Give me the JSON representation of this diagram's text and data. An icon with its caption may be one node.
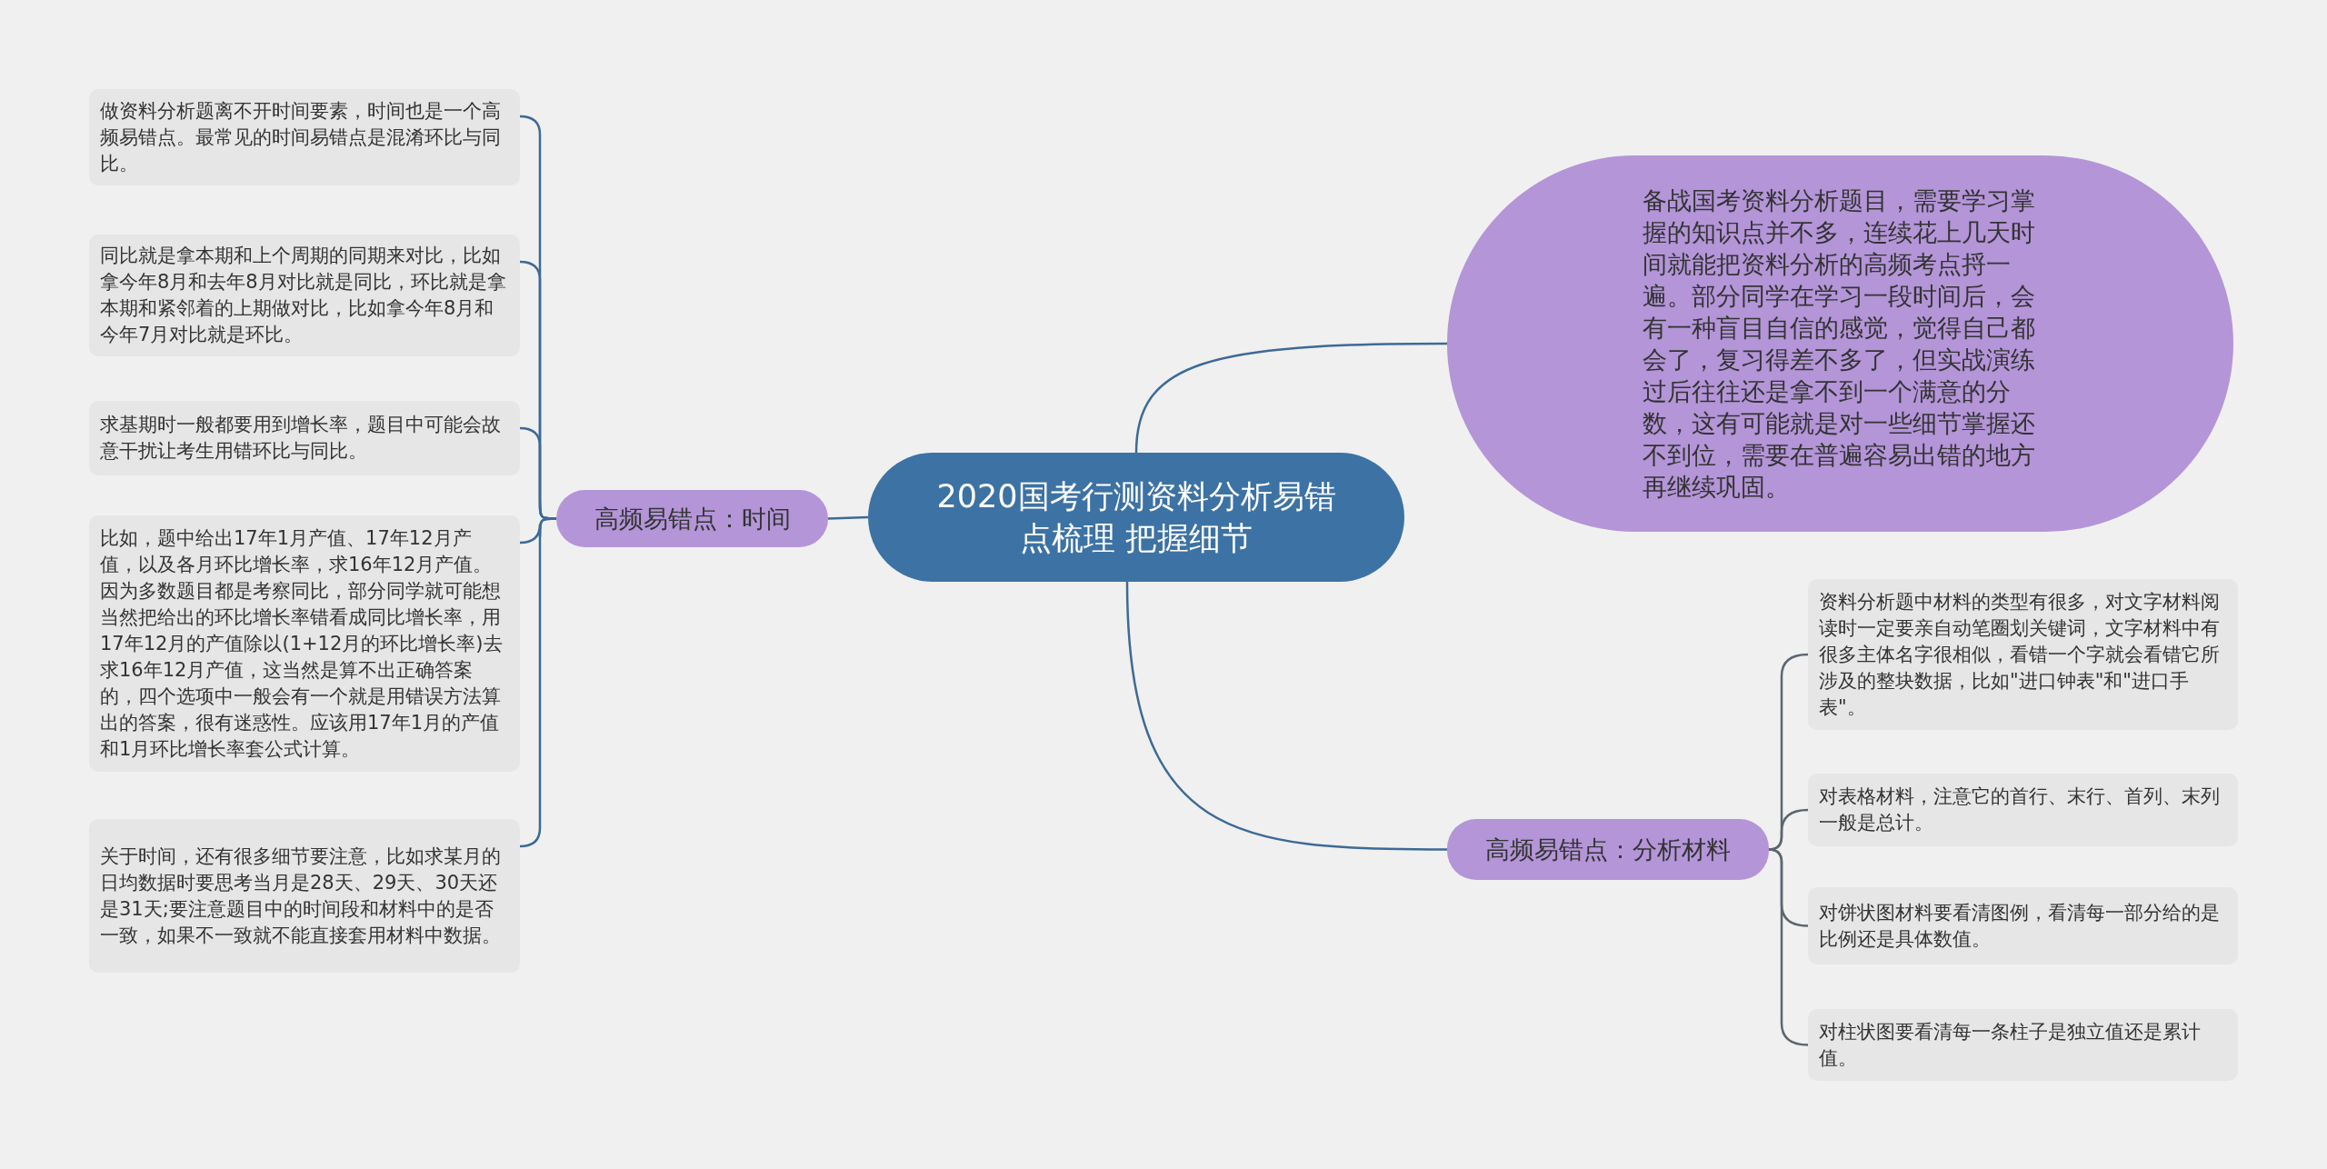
{
  "diagram": {
    "nodes": [
      {
        "text": [
          "2020国考行测资料分析易错点梳理 把握细节"
        ]
      },
      {
        "text": [
          "备战国考资料分析题目，需要学习掌握的知识点并不多，连续花上几天时间就能把资料分析的高频考点捋一遍。部分同学在学习一段时间后，会有一种盲目自信的感觉，觉得自己都会了，复习得差不多了，但实战演练过后往往还是拿不到一个满意的分数，这有可能就是对一些细节掌握还不到位，需要在普遍容易出错的地方再继续巩固。"
        ]
      },
      {
        "text": [
          "高频易错点：时间"
        ]
      },
      {
        "text": [
          "做资料分析题离不开时间要素，时间也是一个高频易错点。最常见的时间易错点是混淆环比与同比。"
        ]
      },
      {
        "text": [
          "同比就是拿本期和上个周期的同期来对比，比如拿今年8月和去年8月对比就是同比，环比就是拿本期和紧邻着的上期做对比，比如拿今年8月和今年7月对比就是环比。"
        ]
      },
      {
        "text": [
          "求基期时一般都要用到增长率，题目中可能会故意干扰让考生用错环比与同比。"
        ]
      },
      {
        "text": [
          "比如，题中给出17年1月产值、17年12月产值，以及各月环比增长率，求16年12月产值。因为多数题目都是考察同比，部分同学就可能想当然把给出的环比增长率错看成同比增长率，用17年12月的产值除以(1+12月的环比增长率)去求16年12月产值，这当然是算不出正确答案的，四个选项中一般会有一个就是用错误方法算出的答案，很有迷惑性。应该用17年1月的产值和1月环比增长率套公式计算。"
        ]
      },
      {
        "text": [
          "关于时间，还有很多细节要注意，比如求某月的日均数据时要思考当月是28天、29天、30天还是31天;要注意题目中的时间段和材料中的是否一致，如果不一致就不能直接套用材料中数据。"
        ]
      },
      {
        "text": [
          "高频易错点：分析材料"
        ]
      },
      {
        "text": [
          "资料分析题中材料的类型有很多，对文字材料阅读时一定要亲自动笔圈划关键词，文字材料中有很多主体名字很相似，看错一个字就会看错它所涉及的整块数据，比如\"进口钟表\"和\"进口手表\"。"
        ]
      },
      {
        "text": [
          "对表格材料，注意它的首行、末行、首列、末列一般是总计。"
        ]
      },
      {
        "text": [
          "对饼状图材料要看清图例，看清每一部分给的是比例还是具体数值。"
        ]
      },
      {
        "text": [
          "对柱状图要看清每一条柱子是独立值还是累计值。"
        ]
      }
    ],
    "edges": [
      {
        "from": 0,
        "to": 1,
        "arrow": "none"
      },
      {
        "from": 0,
        "to": 2,
        "arrow": "none"
      },
      {
        "from": 0,
        "to": 8,
        "arrow": "none"
      },
      {
        "from": 2,
        "to": 3,
        "arrow": "none"
      },
      {
        "from": 2,
        "to": 4,
        "arrow": "none"
      },
      {
        "from": 2,
        "to": 5,
        "arrow": "none"
      },
      {
        "from": 2,
        "to": 6,
        "arrow": "none"
      },
      {
        "from": 2,
        "to": 7,
        "arrow": "none"
      },
      {
        "from": 8,
        "to": 9,
        "arrow": "none",
        "color": "#5c6670"
      },
      {
        "from": 8,
        "to": 10,
        "arrow": "none",
        "color": "#5c6670"
      },
      {
        "from": 8,
        "to": 11,
        "arrow": "none",
        "color": "#5c6670"
      },
      {
        "from": 8,
        "to": 12,
        "arrow": "none",
        "color": "#5c6670"
      }
    ]
  }
}
